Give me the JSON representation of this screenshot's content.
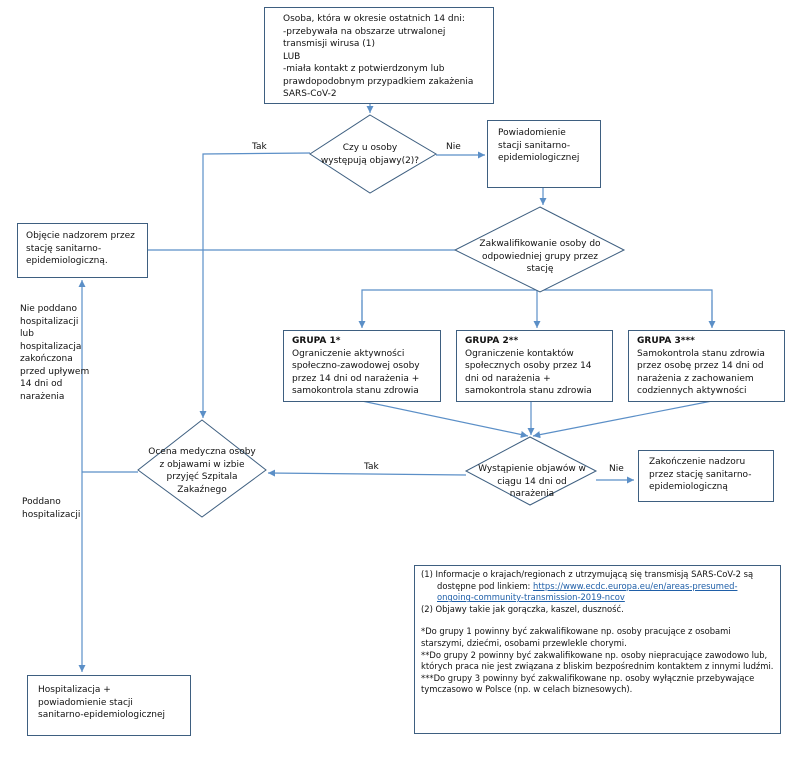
{
  "start_box": [
    "Osoba, która w okresie ostatnich 14 dni:",
    "-przebywała na obszarze utrwalonej",
    "transmisji wirusa (1)",
    "LUB",
    "-miała kontakt z potwierdzonym lub",
    "prawdopodobnym przypadkiem zakażenia",
    "SARS-CoV-2"
  ],
  "decision_symptoms": "Czy u osoby występują objawy(2)?",
  "yes_label": "Tak",
  "no_label": "Nie",
  "notify_box": "Powiadomienie stacji sanitarno-epidemiologicznej",
  "decision_group": "Zakwalifikowanie osoby do odpowiedniej grupy przez stację",
  "supervision_box": "Objęcie nadzorem przez stację sanitarno-epidemiologiczną.",
  "groups": [
    {
      "title": "GRUPA 1*",
      "text": "Ograniczenie aktywności społeczno-zawodowej osoby przez 14 dni od narażenia + samokontrola stanu zdrowia"
    },
    {
      "title": "GRUPA 2**",
      "text": "Ograniczenie kontaktów społecznych osoby przez 14 dni od narażenia + samokontrola stanu zdrowia"
    },
    {
      "title": "GRUPA 3***",
      "text": "Samokontrola stanu zdrowia przez osobę przez 14 dni od narażenia z zachowaniem codziennych aktywności"
    }
  ],
  "decision_onset": "Wystąpienie objawów w ciągu 14 dni od narażenia",
  "end_box": "Zakończenie nadzoru przez stację sanitarno-epidemiologiczną",
  "decision_medical": "Ocena medyczna osoby z objawami w izbie przyjęć Szpitala Zakaźnego",
  "not_hospitalized_label": "Nie poddano\nhospitalizacji\nlub\nhospitalizacja\nzakończona\nprzed upływem\n14 dni od\nnarażenia",
  "hospitalized_label": "Poddano\nhospitalizacji",
  "hospital_box": "Hospitalizacja + powiadomienie stacji sanitarno-epidemiologicznej",
  "notes": {
    "n1_prefix": "(1)  Informacje o krajach/regionach z utrzymującą się transmisją SARS-CoV-2 są dostępne pod linkiem: ",
    "n1_link": "https://www.ecdc.europa.eu/en/areas-presumed-ongoing-community-transmission-2019-ncov",
    "n2": "(2)  Objawy takie jak gorączka, kaszel, duszność.",
    "g1": "*Do grupy 1 powinny być zakwalifikowane np. osoby pracujące z osobami starszymi, dziećmi, osobami przewlekle chorymi.",
    "g2": "**Do grupy 2 powinny być zakwalifikowane np. osoby niepracujące zawodowo lub, których praca nie jest związana z bliskim bezpośrednim kontaktem z innymi ludźmi.",
    "g3": "***Do grupy 3 powinny być zakwalifikowane np. osoby wyłącznie przebywające tymczasowo w Polsce (np. w celach biznesowych)."
  },
  "colors": {
    "line": "#5b8fc7",
    "border": "#3e5f80",
    "link": "#1f5fa8"
  }
}
